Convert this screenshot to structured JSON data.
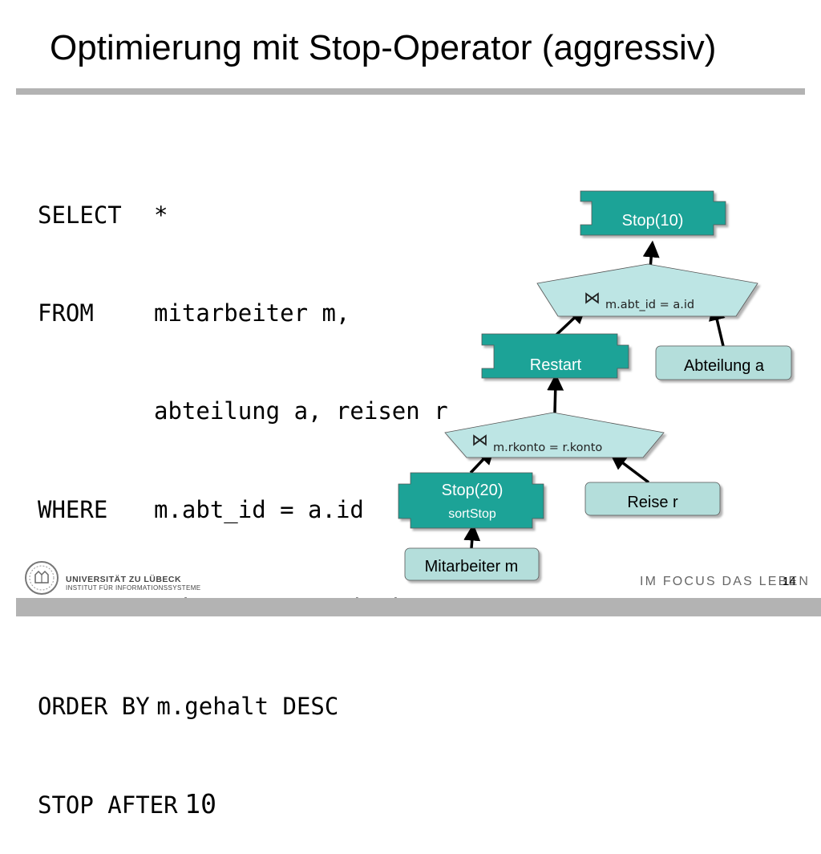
{
  "slide": {
    "title": "Optimierung mit Stop-Operator (aggressiv)",
    "page_number": "14"
  },
  "query": {
    "select_kw": "SELECT",
    "select_val": "*",
    "from_kw": "FROM",
    "from_val_1": "mitarbeiter m,",
    "from_val_2": "abteilung a, reisen r",
    "where_kw": "WHERE",
    "where_val": "m.abt_id = a.id",
    "and_kw": "AND",
    "and_val": "r.konto = m.reisekonto",
    "orderby_kw": "ORDER BY",
    "orderby_val": "m.gehalt DESC",
    "stop_kw": "STOP AFTER",
    "stop_val": "10"
  },
  "plan": {
    "stop_top": "Stop(10)",
    "join_top_symbol": "⋈",
    "join_top_cond": "m.abt_id = a.id",
    "restart": "Restart",
    "abteilung": "Abteilung a",
    "join_bottom_symbol": "⋈",
    "join_bottom_cond": "m.rkonto = r.konto",
    "stop_bottom": "Stop(20)",
    "stop_bottom_sub": "sortStop",
    "reise": "Reise r",
    "mitarbeiter": "Mitarbeiter m"
  },
  "footer": {
    "university": "UNIVERSITÄT ZU LÜBECK",
    "institute": "INSTITUT FÜR INFORMATIONSSYSTEME",
    "slogan": "IM FOCUS DAS LEBEN"
  },
  "colors": {
    "operator_fill": "#1aa397",
    "leaf_fill": "#b4dedb",
    "join_fill": "#bde5e4",
    "rule_gray": "#b3b3b3"
  }
}
